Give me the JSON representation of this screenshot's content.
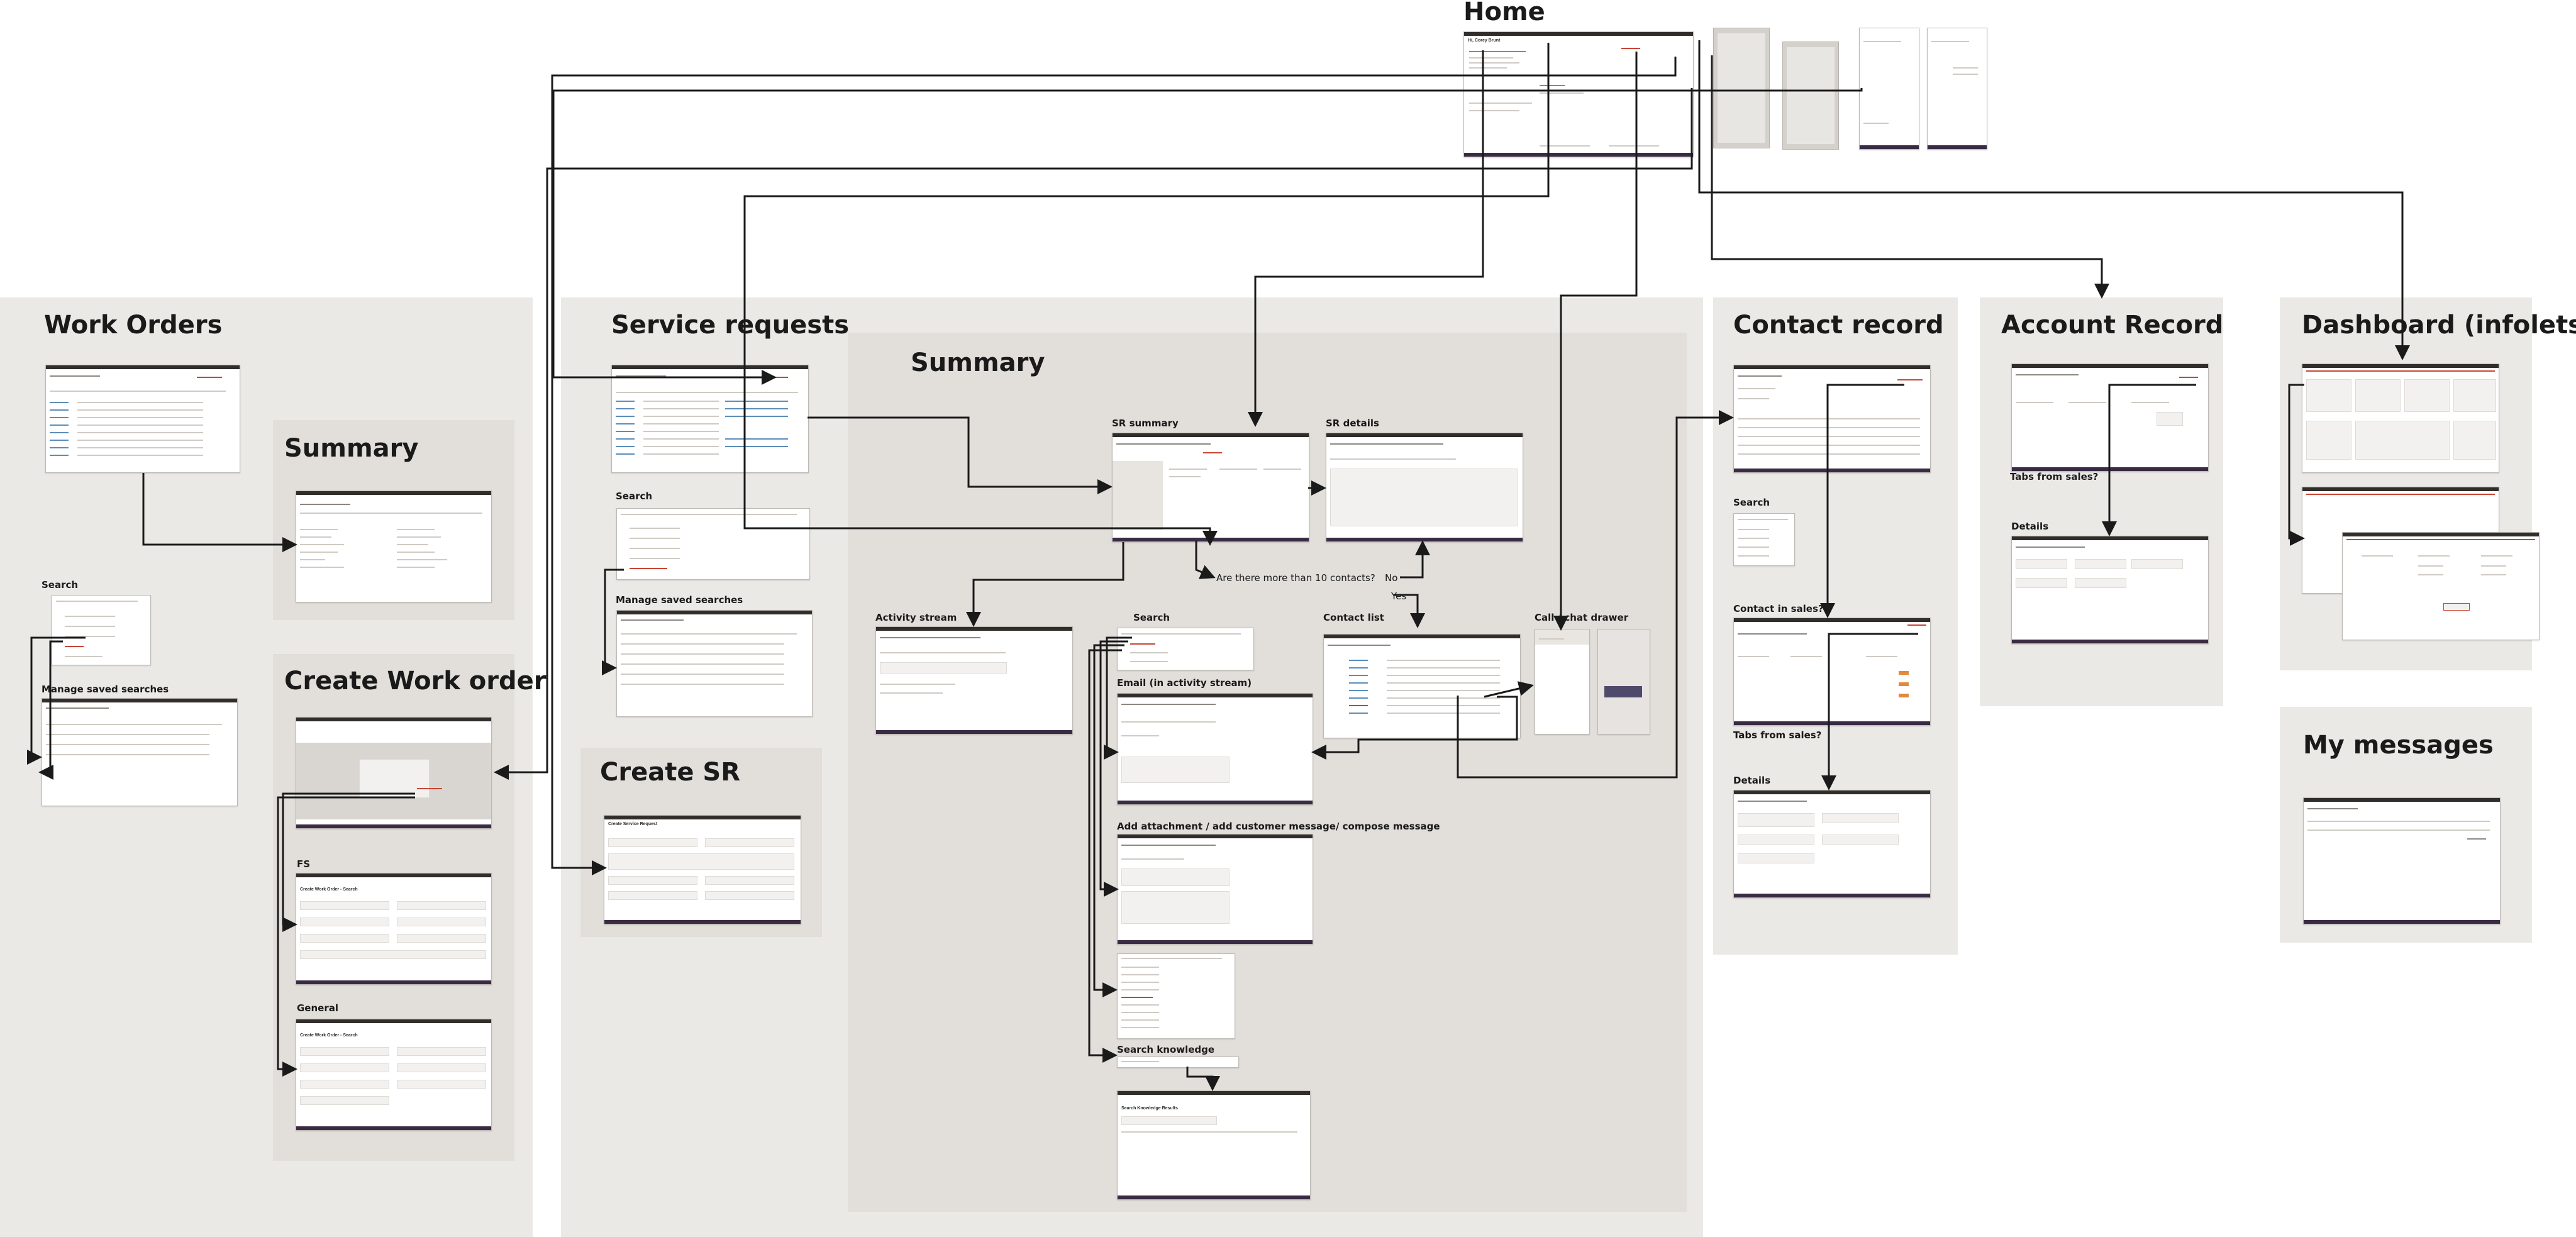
{
  "sections": {
    "home": "Home",
    "work_orders": "Work Orders",
    "wo_summary": "Summary",
    "create_work_order": "Create Work order",
    "service_requests": "Service requests",
    "sr_summary_area": "Summary",
    "create_sr": "Create SR",
    "contact_record": "Contact record",
    "account_record": "Account Record",
    "dashboard": "Dashboard (infolets)",
    "my_messages": "My messages"
  },
  "labels": {
    "wo_search": "Search",
    "wo_manage_saved": "Manage saved searches",
    "fs": "FS",
    "general": "General",
    "sr_search": "Search",
    "sr_manage_saved": "Manage saved searches",
    "sr_summary": "SR summary",
    "sr_details": "SR details",
    "activity_stream": "Activity stream",
    "search": "Search",
    "contact_list": "Contact list",
    "call_chat_drawer": "Call / chat drawer",
    "email_activity": "Email (in activity stream)",
    "add_attachment": "Add attachment / add customer message/ compose message",
    "search_knowledge": "Search knowledge",
    "contact_search": "Search",
    "contact_in_sales": "Contact in sales?",
    "contact_tabs_from_sales": "Tabs from sales?",
    "contact_details": "Details",
    "account_tabs_from_sales": "Tabs from sales?",
    "account_details": "Details"
  },
  "decision": {
    "question": "Are there more than 10 contacts?",
    "no": "No",
    "yes": "Yes"
  },
  "thumb_text": {
    "home_greeting": "Hi, Corey Brunt",
    "wo_summary_title": "",
    "create_wo_fs": "Create Work Order - Search",
    "create_wo_general": "Create Work Order - Search",
    "create_sr_title": "Create Service Request",
    "knowledge_title": "Search Knowledge Results"
  },
  "colors": {
    "outer_panel": "#ebe9e6",
    "inner_panel": "#e2dfdb",
    "connector": "#1a1a1a",
    "app_header": "#312d2a",
    "app_footer": "#3a2b44",
    "highlight": "#c74634"
  }
}
